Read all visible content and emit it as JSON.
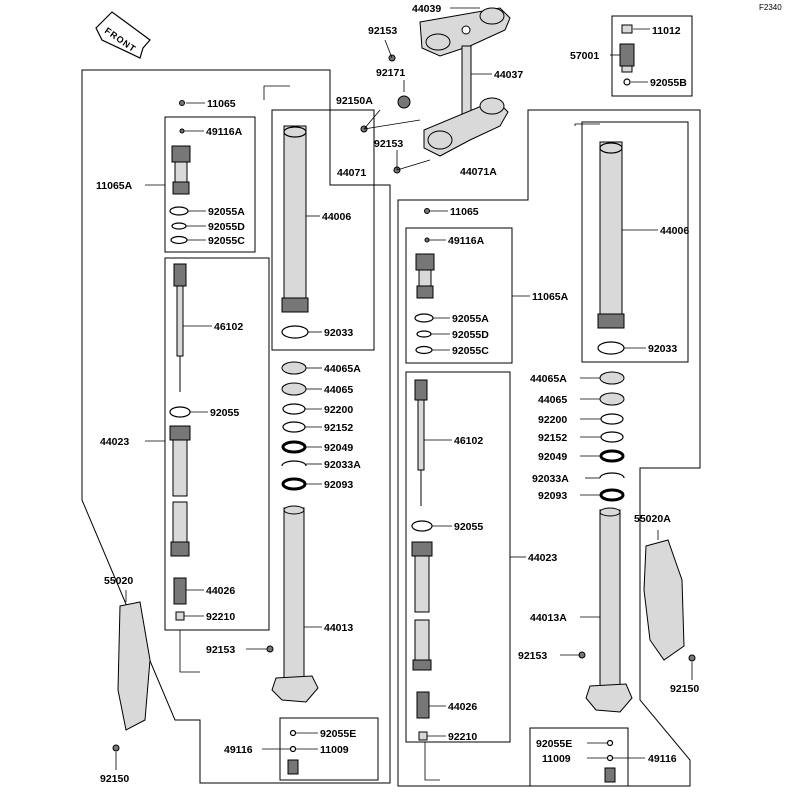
{
  "figure_id": "F2340",
  "front_label": "FRONT",
  "labels": {
    "l44039": "44039",
    "l92153_top": "92153",
    "l92171": "92171",
    "l44037": "44037",
    "l92150A": "92150A",
    "l92153_mid": "92153",
    "l11012": "11012",
    "l57001": "57001",
    "l92055B": "92055B",
    "l11065_L": "11065",
    "l49116A_L": "49116A",
    "l11065A_L": "11065A",
    "l92055A_L": "92055A",
    "l92055D_L": "92055D",
    "l92055C_L": "92055C",
    "l44071": "44071",
    "l44006_L": "44006",
    "l46102_L": "46102",
    "l92033_L": "92033",
    "l44065A_L": "44065A",
    "l44065_L": "44065",
    "l92200_L": "92200",
    "l92152_L": "92152",
    "l92049_L": "92049",
    "l92033A_L": "92033A",
    "l92093_L": "92093",
    "l92055_L": "92055",
    "l44023_L": "44023",
    "l55020": "55020",
    "l44026_L": "44026",
    "l92210_L": "92210",
    "l44013": "44013",
    "l92153_L": "92153",
    "l92055E_L": "92055E",
    "l49116_L": "49116",
    "l11009_L": "11009",
    "l92150_L": "92150",
    "l44071A": "44071A",
    "l11065_R": "11065",
    "l49116A_R": "49116A",
    "l11065A_R": "11065A",
    "l92055A_R": "92055A",
    "l92055D_R": "92055D",
    "l92055C_R": "92055C",
    "l44006_R": "44006",
    "l92033_R": "92033",
    "l44065A_R": "44065A",
    "l44065_R": "44065",
    "l92200_R": "92200",
    "l92152_R": "92152",
    "l92049_R": "92049",
    "l92033A_R": "92033A",
    "l92093_R": "92093",
    "l46102_R": "46102",
    "l92055_R": "92055",
    "l44023_R": "44023",
    "l55020A": "55020A",
    "l44013A": "44013A",
    "l92153_R": "92153",
    "l92150_R": "92150",
    "l44026_R": "44026",
    "l92210_R": "92210",
    "l92055E_R": "92055E",
    "l49116_R": "49116",
    "l11009_R": "11009"
  }
}
